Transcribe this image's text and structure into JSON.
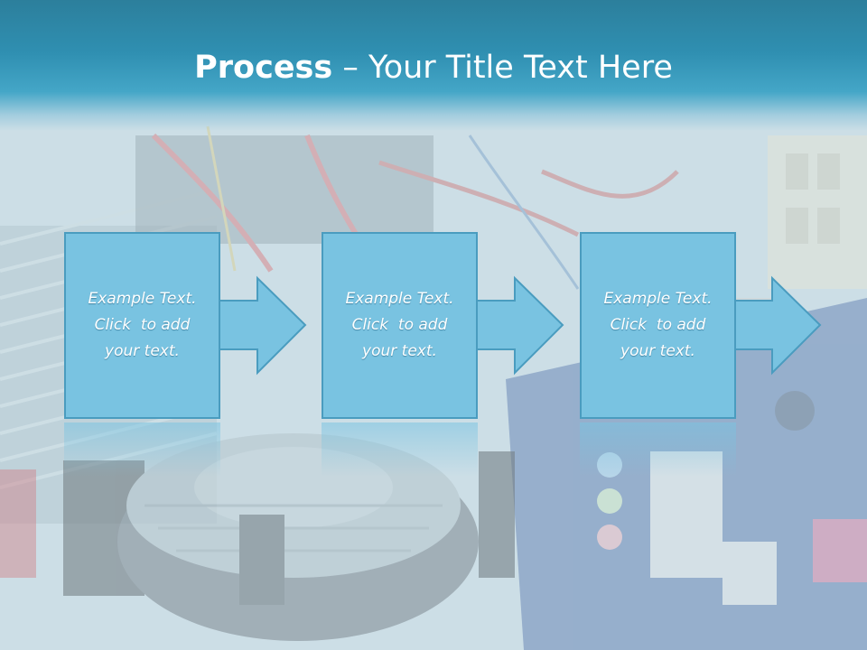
{
  "title": {
    "bold": "Process",
    "rest": " – Your Title Text Here"
  },
  "steps": [
    {
      "lines": [
        "Example Text.",
        "Click  to add",
        "your text."
      ]
    },
    {
      "lines": [
        "Example Text.",
        "Click  to add",
        "your text."
      ]
    },
    {
      "lines": [
        "Example Text.",
        "Click  to add",
        "your text."
      ]
    }
  ],
  "colors": {
    "title_band": "#2f8fb1",
    "box_fill": "#79c3e1",
    "box_border": "#4a9cbf",
    "text": "#ffffff"
  },
  "background_icon": "motherboard-photo"
}
